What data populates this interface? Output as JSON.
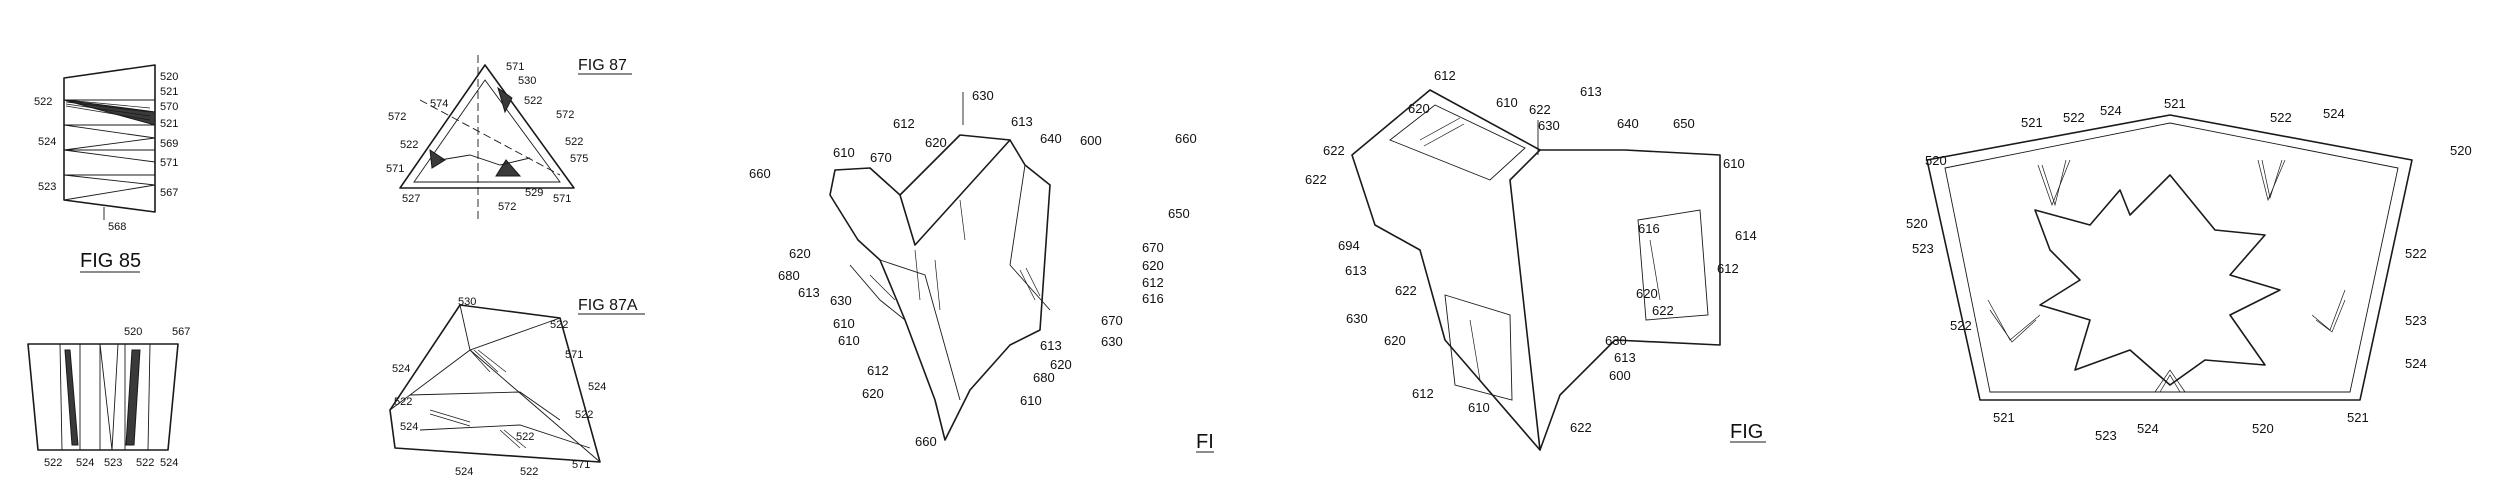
{
  "figures": {
    "fig85": {
      "caption": "FIG 85",
      "labels": [
        "520",
        "521",
        "570",
        "521",
        "569",
        "571",
        "567",
        "522",
        "524",
        "523",
        "568"
      ]
    },
    "fig86": {
      "labels": [
        "520",
        "567",
        "522",
        "524",
        "523",
        "522",
        "524"
      ]
    },
    "fig87": {
      "caption": "FIG 87",
      "labels": [
        "571",
        "530",
        "522",
        "572",
        "574",
        "572",
        "522",
        "522",
        "575",
        "571",
        "527",
        "572",
        "529",
        "571"
      ]
    },
    "fig87a": {
      "caption": "FIG 87A",
      "labels": [
        "530",
        "522",
        "571",
        "524",
        "524",
        "522",
        "522",
        "524",
        "522",
        "571",
        "522",
        "524"
      ]
    },
    "fig88": {
      "caption": "FI",
      "labels": [
        "630",
        "612",
        "613",
        "600",
        "660",
        "610",
        "670",
        "620",
        "640",
        "660",
        "650",
        "620",
        "680",
        "613",
        "630",
        "670",
        "620",
        "612",
        "616",
        "610",
        "670",
        "630",
        "612",
        "620",
        "613",
        "620",
        "680",
        "610",
        "660",
        "610"
      ]
    },
    "fig89": {
      "caption": "FIG",
      "labels": [
        "612",
        "613",
        "620",
        "610",
        "622",
        "630",
        "640",
        "650",
        "622",
        "622",
        "610",
        "694",
        "616",
        "614",
        "613",
        "622",
        "612",
        "630",
        "620",
        "622",
        "620",
        "630",
        "612",
        "613",
        "610",
        "600",
        "622"
      ]
    },
    "fig90": {
      "labels": [
        "521",
        "522",
        "524",
        "521",
        "522",
        "524",
        "520",
        "520",
        "520",
        "523",
        "522",
        "522",
        "523",
        "524",
        "521",
        "524",
        "520",
        "521",
        "523"
      ]
    }
  }
}
